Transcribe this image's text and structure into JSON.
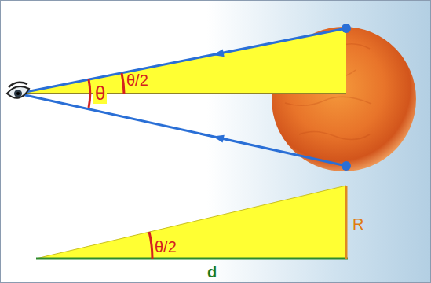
{
  "diagram": {
    "labels": [
      "θ",
      "θ/2",
      "θ/2",
      "R",
      "d"
    ]
  }
}
